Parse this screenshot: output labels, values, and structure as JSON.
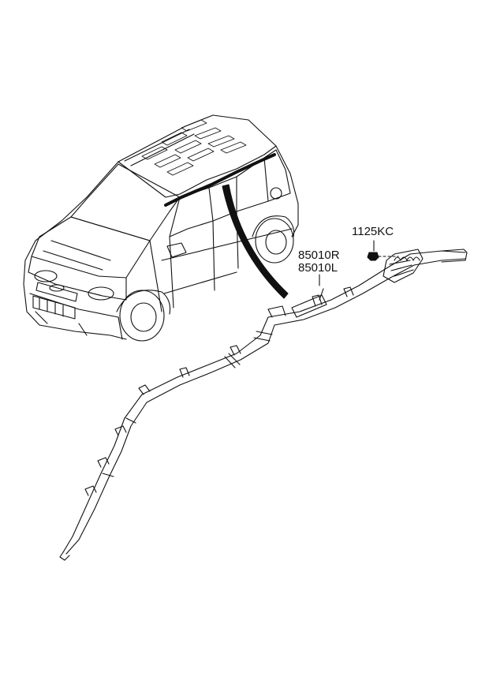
{
  "diagram": {
    "labels": {
      "bolt_part_number": "1125KC",
      "airbag_right_part_number": "85010R",
      "airbag_left_part_number": "85010L"
    },
    "line_color": "#111111"
  }
}
